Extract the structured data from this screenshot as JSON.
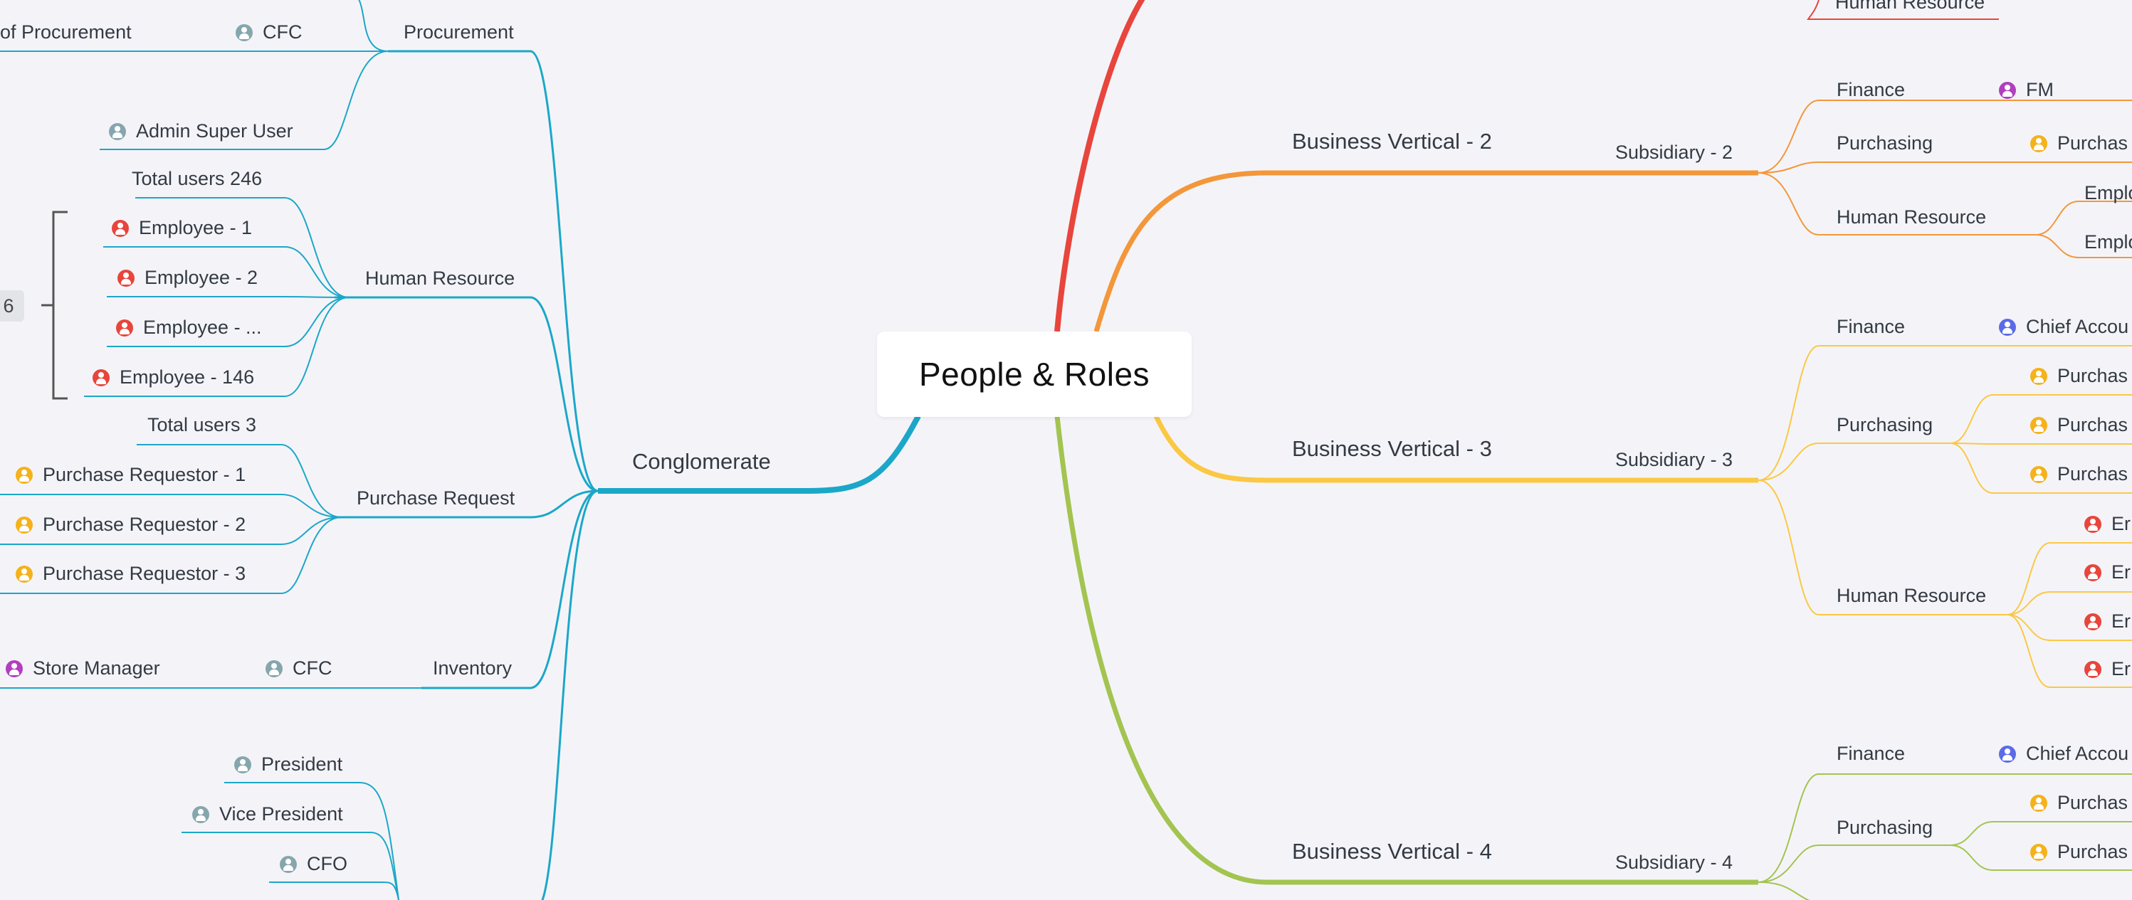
{
  "root": {
    "title": "People & Roles"
  },
  "colors": {
    "conglomerate": "#1ba7c9",
    "vertical1": "#e8453c",
    "vertical2": "#f3973a",
    "vertical3": "#fbc844",
    "vertical4": "#a3c450",
    "icon_grey": "#86a6ad",
    "icon_red": "#e8453c",
    "icon_yellow": "#f5b21b",
    "icon_purple": "#b23fbf",
    "icon_blue": "#5b6be8"
  },
  "left": {
    "conglomerate": {
      "label": "Conglomerate",
      "procurement": {
        "label": "Procurement",
        "head_of": "of Procurement",
        "cfc": "CFC",
        "admin": "Admin Super User"
      },
      "human_resource": {
        "label": "Human Resource",
        "total": "Total users 246",
        "employees": [
          "Employee  - 1",
          "Employee - 2",
          "Employee - ...",
          "Employee - 146"
        ],
        "summary_partial": "6"
      },
      "purchase_request": {
        "label": "Purchase Request",
        "total": "Total users 3",
        "requestors": [
          "Purchase Requestor - 1",
          "Purchase Requestor - 2",
          "Purchase Requestor - 3"
        ]
      },
      "inventory": {
        "label": "Inventory",
        "cfc": "CFC",
        "store_manager": "Store Manager"
      },
      "executives": [
        "President",
        "Vice President",
        "CFO"
      ]
    }
  },
  "right": {
    "vertical1": {
      "human_resource_partial": "Human Resource"
    },
    "vertical2": {
      "label": "Business Vertical - 2",
      "subsidiary": "Subsidiary - 2",
      "finance": "Finance",
      "finance_role": "FM",
      "purchasing": "Purchasing",
      "purchasing_role": "Purchas",
      "human_resource": "Human Resource",
      "hr_roles": [
        "Emplo",
        "Emplo"
      ]
    },
    "vertical3": {
      "label": "Business Vertical - 3",
      "subsidiary": "Subsidiary - 3",
      "finance": "Finance",
      "finance_role": "Chief Accou",
      "purchasing": "Purchasing",
      "purchasing_roles": [
        "Purchas",
        "Purchas",
        "Purchas"
      ],
      "human_resource": "Human Resource",
      "hr_roles": [
        "Er",
        "Er",
        "Er",
        "Er"
      ]
    },
    "vertical4": {
      "label": "Business Vertical - 4",
      "subsidiary": "Subsidiary - 4",
      "finance": "Finance",
      "finance_role": "Chief Accou",
      "purchasing": "Purchasing",
      "purchasing_roles": [
        "Purchas",
        "Purchas"
      ]
    }
  }
}
